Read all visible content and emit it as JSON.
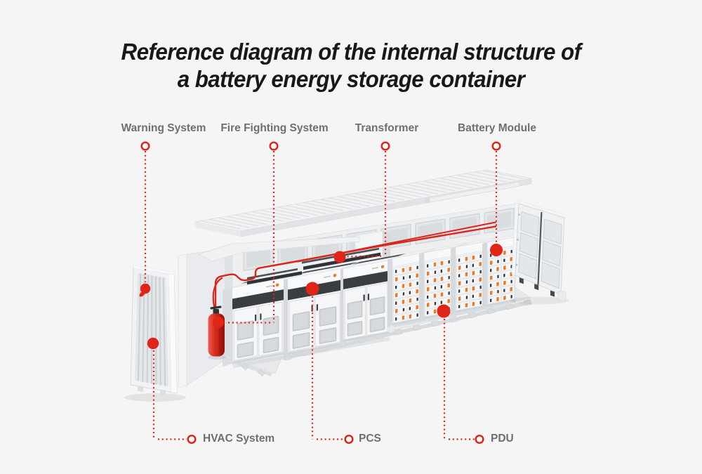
{
  "title": {
    "line1": "Reference diagram of the internal structure of",
    "line2": "a battery energy storage container"
  },
  "callouts": {
    "top": [
      {
        "label": "Warning System"
      },
      {
        "label": "Fire Fighting System"
      },
      {
        "label": "Transformer"
      },
      {
        "label": "Battery Module"
      }
    ],
    "bottom": [
      {
        "label": "HVAC System"
      },
      {
        "label": "PCS"
      },
      {
        "label": "PDU"
      }
    ]
  },
  "colors": {
    "background": "#f5f5f6",
    "title_text": "#181818",
    "label_text": "#6f6f6f",
    "accent_red": "#e02418",
    "piping_red": "#d8261c",
    "cabinet_dark_band": "#3a3e43",
    "module_orange": "#e87a28"
  }
}
